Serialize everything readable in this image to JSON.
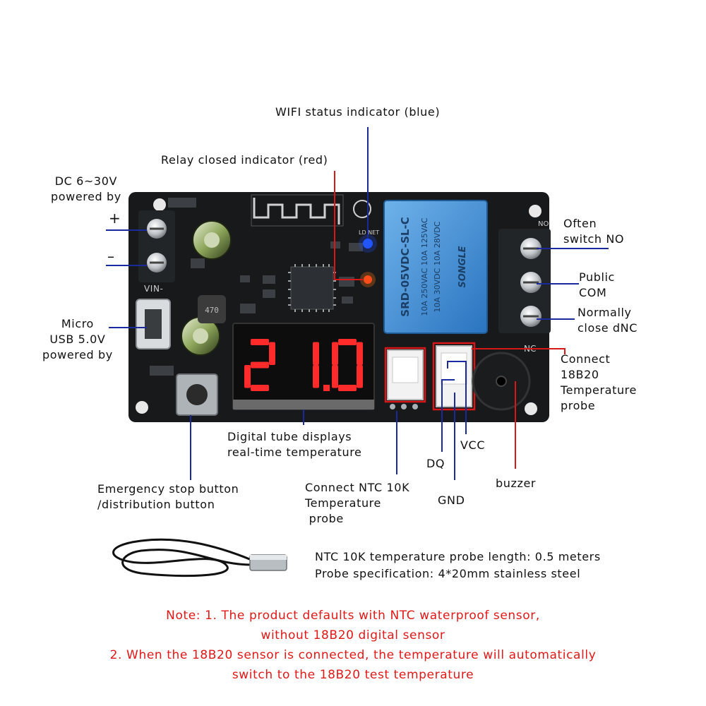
{
  "labels": {
    "wifi": "WIFI status indicator (blue)",
    "relay_indicator": "Relay closed indicator (red)",
    "dc_power": "DC 6~30V\npowered by",
    "plus": "+",
    "minus": "–",
    "vin": "VIN-",
    "usb_power": "Micro\nUSB 5.0V\npowered by",
    "no": "Often\nswitch NO",
    "com": "Public\nCOM",
    "nc": "Normally\nclose dNC",
    "ds18b20": "Connect\n18B20\nTemperature\nprobe",
    "display": "Digital tube displays\nreal-time temperature",
    "vcc": "VCC",
    "dq": "DQ",
    "gnd": "GND",
    "buzzer": "buzzer",
    "ntc": "Connect NTC 10K\nTemperature\n probe",
    "button": "Emergency stop button\n/distribution button"
  },
  "display_value": "21.0",
  "relay_text": {
    "brand": "SONGLE",
    "model": "SRD-05VDC-SL-C",
    "rating1": "10A 250VAC  10A 125VAC",
    "rating2": "10A 30VDC   10A 28VDC"
  },
  "pcb_marks": {
    "net": "LD NET",
    "no_mark": "NO",
    "nc_mark": "NC",
    "inductor": "470"
  },
  "probe_info": {
    "line1": "NTC 10K temperature probe length: 0.5 meters",
    "line2": "Probe specification: 4*20mm stainless steel"
  },
  "notes": [
    "Note: 1. The product defaults with NTC waterproof sensor,",
    "without 18B20 digital sensor",
    "2. When the 18B20 sensor is connected, the temperature will automatically",
    "switch to the 18B20 test temperature"
  ],
  "colors": {
    "pcb": "#17191b",
    "relay": "#3a8fd6",
    "display_red": "#ff2a2a",
    "indicator_blue": "#2255ff",
    "leader_red": "#d81818",
    "leader_blue": "#1a2a9a",
    "note_red": "#e01818"
  }
}
